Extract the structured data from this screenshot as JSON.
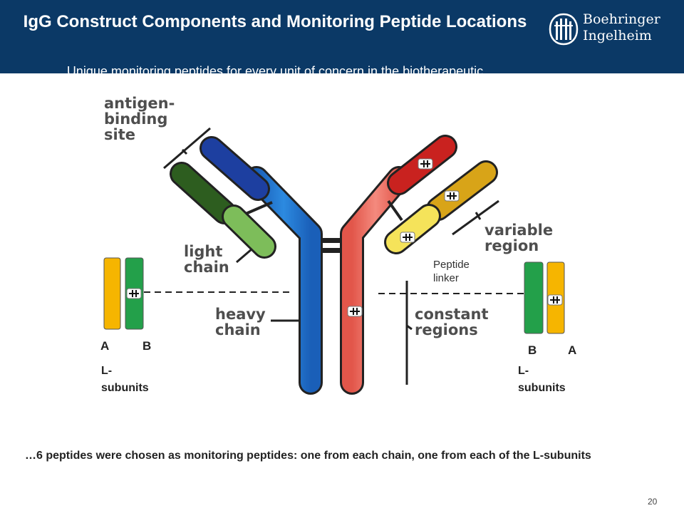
{
  "header": {
    "title": "IgG Construct Components and Monitoring Peptide Locations",
    "subtitle": "Unique monitoring peptides for every unit of concern  in the biotherapeutic",
    "logo_line1": "Boehringer",
    "logo_line2": "Ingelheim"
  },
  "diagram": {
    "antigen_binding_site": [
      "antigen-",
      "binding",
      "site"
    ],
    "light_chain": [
      "light",
      "chain"
    ],
    "heavy_chain": [
      "heavy",
      "chain"
    ],
    "variable_region": [
      "variable",
      "region"
    ],
    "constant_regions": [
      "constant",
      "regions"
    ],
    "peptide_linker": [
      "Peptide",
      "linker"
    ],
    "left_subunit": {
      "letter_a": "A",
      "letter_b": "B",
      "label": [
        "L-",
        "subunits"
      ]
    },
    "right_subunit": {
      "letter_a": "A",
      "letter_b": "B",
      "label": [
        "L-",
        "subunits"
      ]
    }
  },
  "colors": {
    "header_bg": "#0b3966",
    "heavy_chain_left": "#1f74cf",
    "heavy_chain_right": "#ef6f62",
    "subunit_a": "#f6b500",
    "subunit_b": "#23a04a"
  },
  "footnote": "…6 peptides were chosen as monitoring peptides: one from each chain, one from each of the L-subunits",
  "page_number": "20"
}
